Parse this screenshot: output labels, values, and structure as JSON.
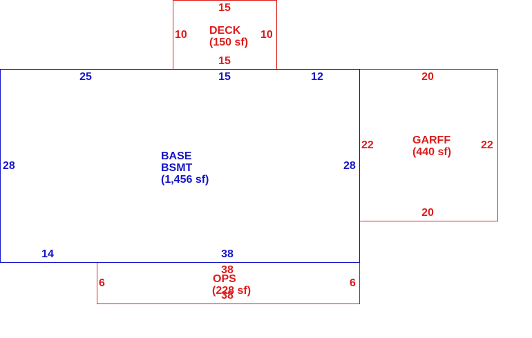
{
  "colors": {
    "main_area": "#1515c8",
    "addition_area": "#dd1b1b",
    "background": "#ffffff"
  },
  "areas": {
    "deck": {
      "name": "DECK",
      "area": "(150 sf)",
      "top_side": "15",
      "left_side": "10",
      "right_side": "10",
      "bottom_side": "15"
    },
    "base": {
      "name_line1": "BASE",
      "name_line2": "BSMT",
      "area": "(1,456 sf)",
      "top_left_segment": "25",
      "top_middle_segment": "15",
      "top_right_segment": "12",
      "left_side": "28",
      "right_side": "28",
      "bottom_left_segment": "14",
      "bottom_side": "38"
    },
    "garage": {
      "name": "GARFF",
      "area": "(440 sf)",
      "top_side": "20",
      "left_side": "22",
      "right_side": "22",
      "bottom_side": "20"
    },
    "porch": {
      "name": "OPS",
      "area": "(228 sf)",
      "top_side": "38",
      "left_side": "6",
      "right_side": "6",
      "bottom_side": "38"
    }
  }
}
